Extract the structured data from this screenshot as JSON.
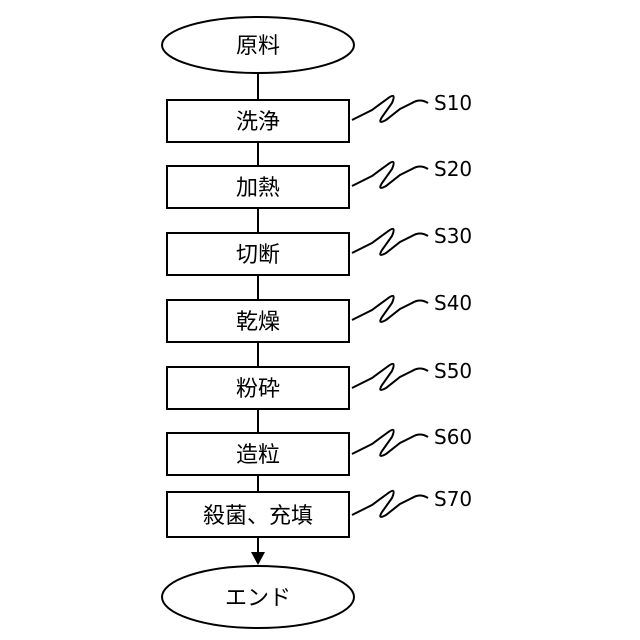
{
  "start": {
    "label": "原料"
  },
  "steps": [
    {
      "label": "洗浄",
      "code": "S10"
    },
    {
      "label": "加熱",
      "code": "S20"
    },
    {
      "label": "切断",
      "code": "S30"
    },
    {
      "label": "乾燥",
      "code": "S40"
    },
    {
      "label": "粉砕",
      "code": "S50"
    },
    {
      "label": "造粒",
      "code": "S60"
    },
    {
      "label": "殺菌、充填",
      "code": "S70"
    }
  ],
  "end": {
    "label": "エンド"
  }
}
